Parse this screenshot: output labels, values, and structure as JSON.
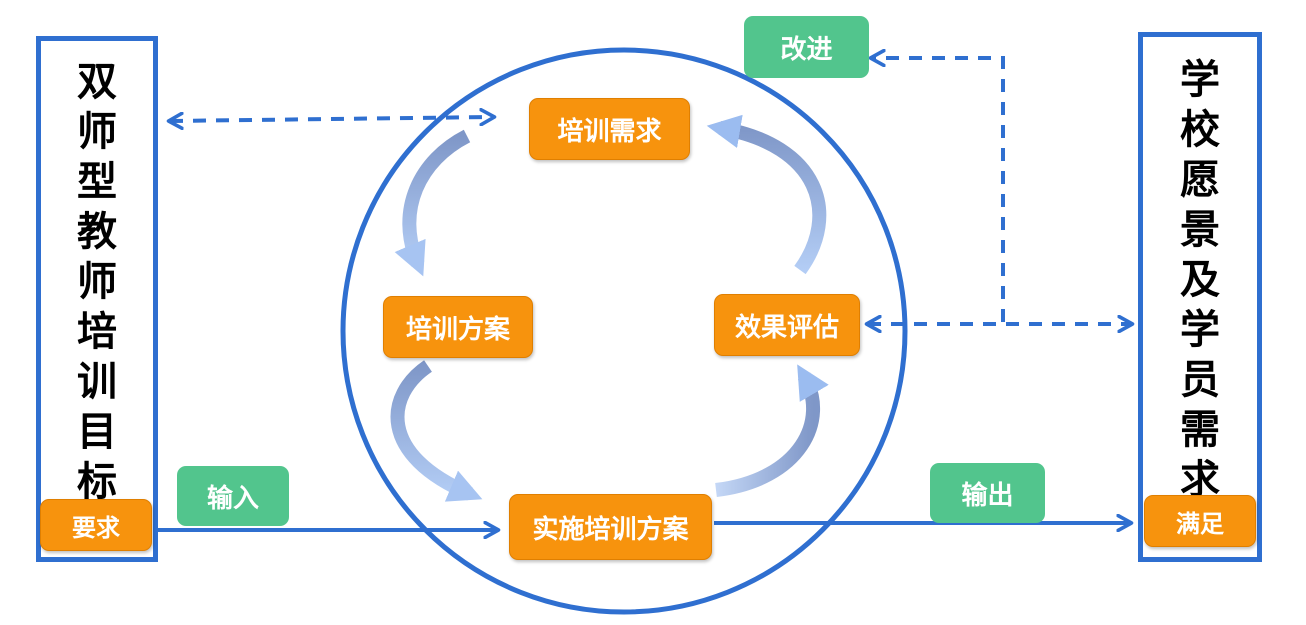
{
  "left_panel": {
    "chars": [
      "双",
      "师",
      "型",
      "教",
      "师",
      "培",
      "训",
      "目",
      "标"
    ],
    "tag": "要求"
  },
  "right_panel": {
    "chars": [
      "学",
      "校",
      "愿",
      "景",
      "及",
      "学",
      "员",
      "需",
      "求"
    ],
    "tag": "满足"
  },
  "cycle": {
    "need": "培训需求",
    "plan": "培训方案",
    "implement": "实施培训方案",
    "evaluate": "效果评估"
  },
  "labels": {
    "improve": "改进",
    "input": "输入",
    "output": "输出"
  },
  "colors": {
    "border_blue": "#2f6fd0",
    "box_orange": "#f7930d",
    "label_green": "#52c58d",
    "cycle_arrow_dark": "#7f97c8",
    "cycle_arrow_light": "#a7c4f2"
  }
}
